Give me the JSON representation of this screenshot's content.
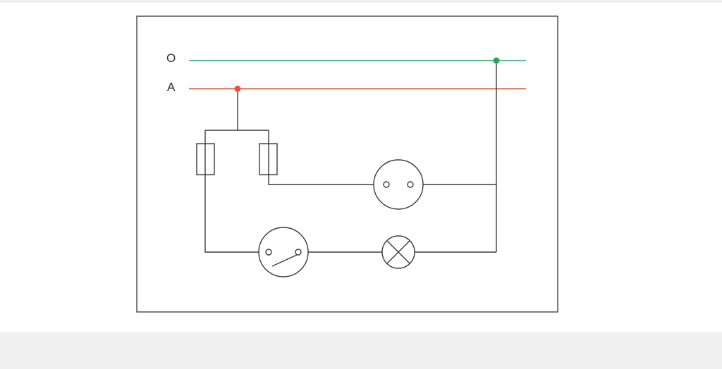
{
  "diagram": {
    "labels": {
      "line_o": "O",
      "line_a": "A"
    },
    "colors": {
      "line_o": "#22a85a",
      "line_a": "#e2553c",
      "wire": "#3a3a3a",
      "frame": "#444444"
    },
    "components": [
      "fuse",
      "fuse",
      "socket",
      "switch",
      "lamp"
    ],
    "icons": [
      "fuse-icon",
      "socket-icon",
      "switch-icon",
      "lamp-icon",
      "junction-dot-icon"
    ]
  }
}
